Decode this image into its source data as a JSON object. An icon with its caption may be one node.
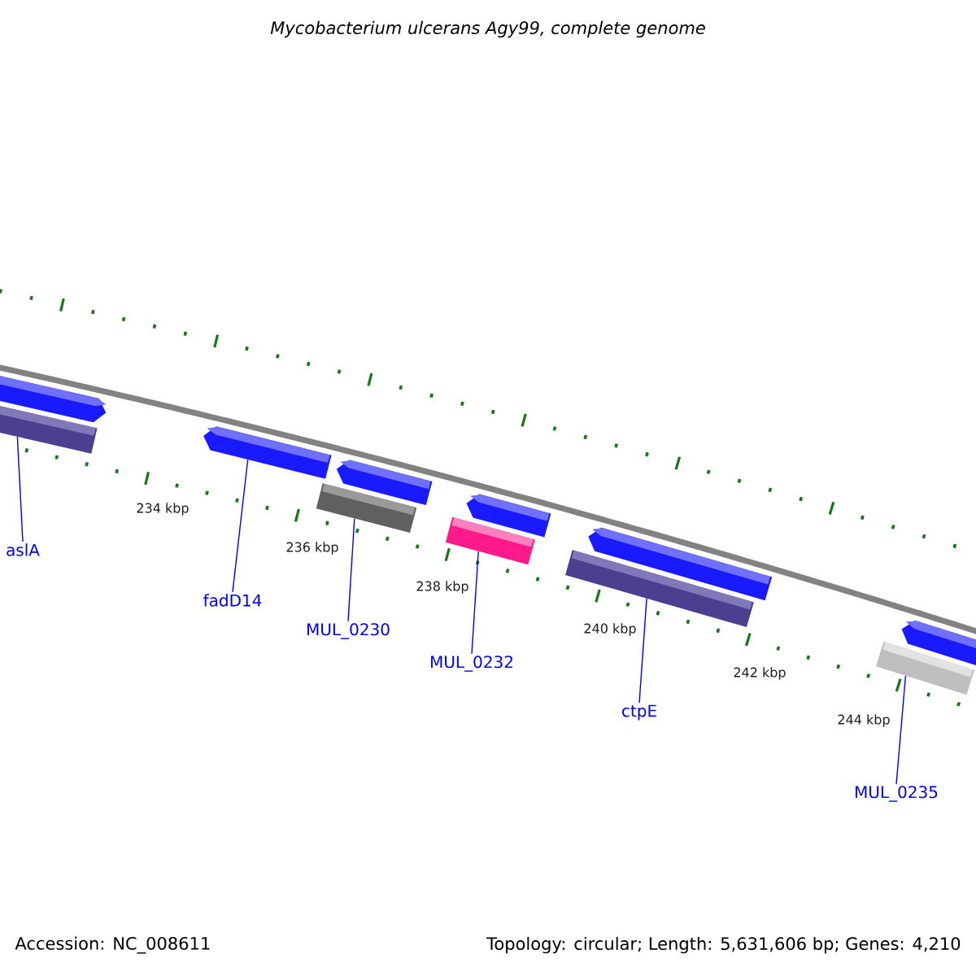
{
  "diagram": {
    "title": "Mycobacterium ulcerans Agy99, complete genome",
    "nodes": [
      {
        "text": [],
        "shape": "bar"
      },
      {
        "text": [],
        "shape": "bar"
      },
      {
        "text": [],
        "shape": "bar"
      },
      {
        "text": [],
        "shape": "bar"
      },
      {
        "text": [],
        "shape": "bar"
      },
      {
        "text": [],
        "shape": "bar"
      },
      {
        "text": [],
        "shape": "bar"
      },
      {
        "text": [],
        "shape": "bar"
      },
      {
        "text": [],
        "shape": "bar"
      },
      {
        "text": [],
        "shape": "bar"
      },
      {
        "text": [],
        "shape": "bar"
      },
      {
        "text": [
          "aslA"
        ]
      },
      {
        "text": [
          "fadD14"
        ]
      },
      {
        "text": [
          "MUL_0230"
        ]
      },
      {
        "text": [
          "MUL_0232"
        ]
      },
      {
        "text": [
          "ctpE"
        ]
      },
      {
        "text": [
          "MUL_0235"
        ]
      }
    ],
    "edges": [
      {
        "from": 11,
        "to": 1,
        "arrow": "none"
      },
      {
        "from": 12,
        "to": 2,
        "arrow": "none"
      },
      {
        "from": 13,
        "to": 4,
        "arrow": "none"
      },
      {
        "from": 14,
        "to": 6,
        "arrow": "none"
      },
      {
        "from": 15,
        "to": 8,
        "arrow": "none"
      },
      {
        "from": 16,
        "to": 10,
        "arrow": "none"
      }
    ],
    "labels": [
      "234 kbp",
      "236 kbp",
      "238 kbp",
      "240 kbp",
      "242 kbp",
      "244 kbp",
      "Accession: NC_008611",
      "Topology: circular; Length: 5,631,606 bp; Genes: 4,210"
    ]
  }
}
